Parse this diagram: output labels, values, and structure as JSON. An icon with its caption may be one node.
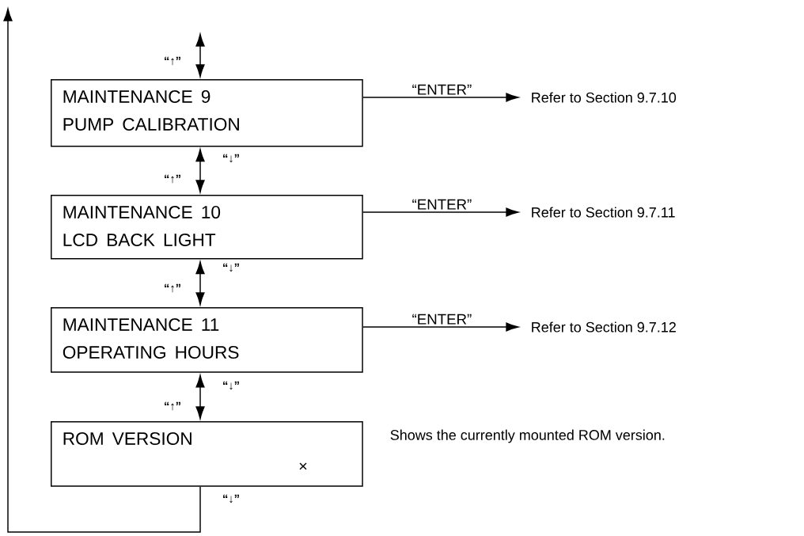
{
  "diagram": {
    "nodes": [
      {
        "text": [
          "MAINTENANCE 9",
          "PUMP CALIBRATION"
        ]
      },
      {
        "text": [
          "MAINTENANCE 10",
          "LCD BACK LIGHT"
        ]
      },
      {
        "text": [
          "MAINTENANCE 11",
          "OPERATING HOURS"
        ]
      },
      {
        "text": [
          "ROM VERSION",
          "×"
        ],
        "beside": [
          "Shows the currently mounted ROM version."
        ]
      },
      {
        "text": [
          "Refer to Section 9.7.10"
        ]
      },
      {
        "text": [
          "Refer to Section 9.7.11"
        ]
      },
      {
        "text": [
          "Refer to Section 9.7.12"
        ]
      }
    ],
    "edges": [
      {
        "from": null,
        "to": 0,
        "arrow": "both"
      },
      {
        "from": 0,
        "to": 4,
        "arrow": "to",
        "label": "“ENTER”"
      },
      {
        "from": 0,
        "to": 1,
        "arrow": "both"
      },
      {
        "from": 1,
        "to": 5,
        "arrow": "to",
        "label": "“ENTER”"
      },
      {
        "from": 1,
        "to": 2,
        "arrow": "both"
      },
      {
        "from": 2,
        "to": 6,
        "arrow": "to",
        "label": "“ENTER”"
      },
      {
        "from": 2,
        "to": 3,
        "arrow": "both"
      },
      {
        "from": 3,
        "to": null,
        "arrow": "to"
      }
    ],
    "labels": [
      "“↑”",
      "“↓”",
      "“↑”",
      "“↓”",
      "“↑”",
      "“↓”",
      "“↑”",
      "“↓”"
    ]
  }
}
